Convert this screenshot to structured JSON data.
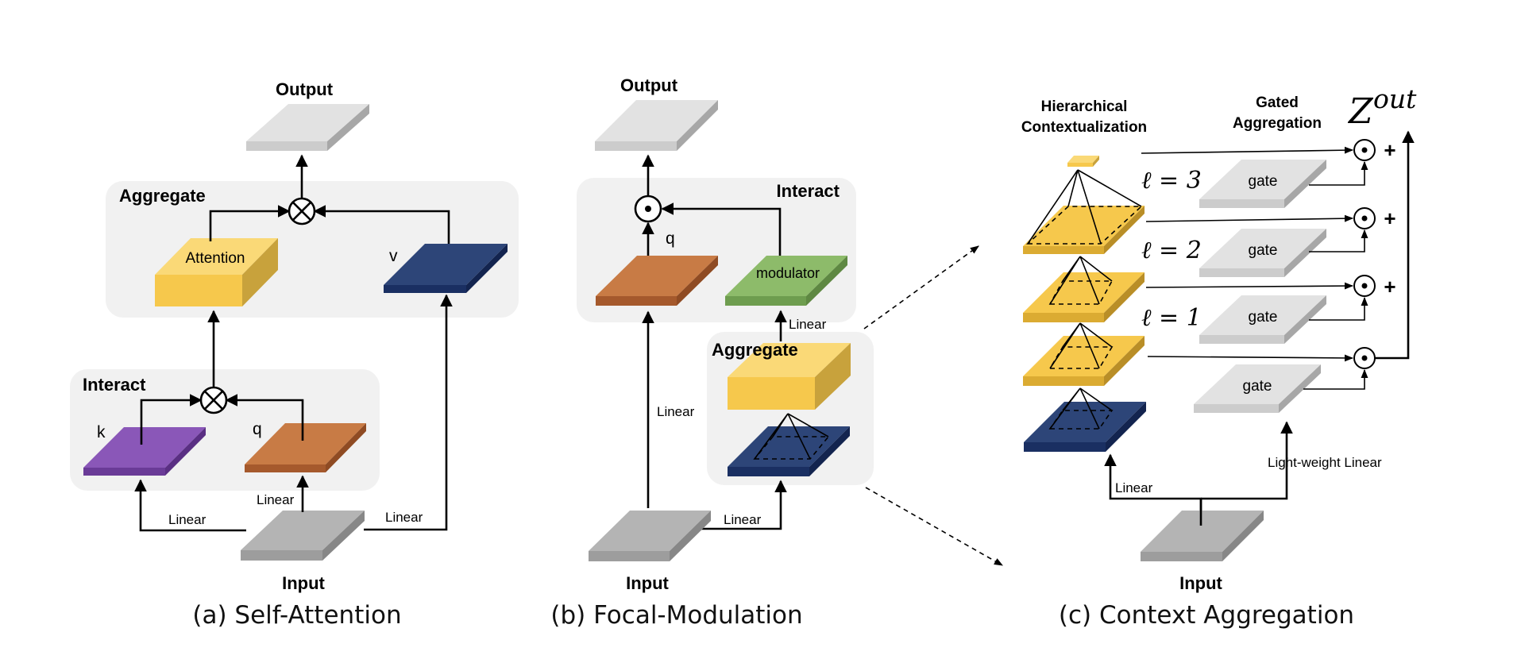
{
  "panel_a": {
    "caption": "(a) Self-Attention",
    "output_label": "Output",
    "input_label": "Input",
    "aggregate_label": "Aggregate",
    "interact_label": "Interact",
    "attention_label": "Attention",
    "v_label": "v",
    "k_label": "k",
    "q_label": "q",
    "linear_k": "Linear",
    "linear_q": "Linear",
    "linear_v": "Linear"
  },
  "panel_b": {
    "caption": "(b) Focal-Modulation",
    "output_label": "Output",
    "input_label": "Input",
    "interact_label": "Interact",
    "aggregate_label": "Aggregate",
    "q_label": "q",
    "modulator_label": "modulator",
    "linear_q": "Linear",
    "linear_agg": "Linear",
    "linear_mod": "Linear"
  },
  "panel_c": {
    "caption": "(c) Context Aggregation",
    "title_hier_1": "Hierarchical",
    "title_hier_2": "Contextualization",
    "title_gated_1": "Gated",
    "title_gated_2": "Aggregation",
    "zout_base": "Z",
    "zout_sup": "out",
    "level_3": "ℓ = 3",
    "level_2": "ℓ = 2",
    "level_1": "ℓ = 1",
    "gate_1": "gate",
    "gate_2": "gate",
    "gate_3": "gate",
    "gate_4": "gate",
    "plus_1": "+",
    "plus_2": "+",
    "plus_3": "+",
    "linear_label": "Linear",
    "lightweight_label": "Light-weight Linear",
    "input_label": "Input"
  },
  "colors": {
    "panel_bg": "#f1f1f1",
    "gray_light": "#e2e2e2",
    "gray_mid": "#b4b4b4",
    "yellow": "#f6c84c",
    "navy": "#1f3a78",
    "orange": "#c87b45",
    "purple": "#8a57b8",
    "green": "#8dbb6a"
  }
}
